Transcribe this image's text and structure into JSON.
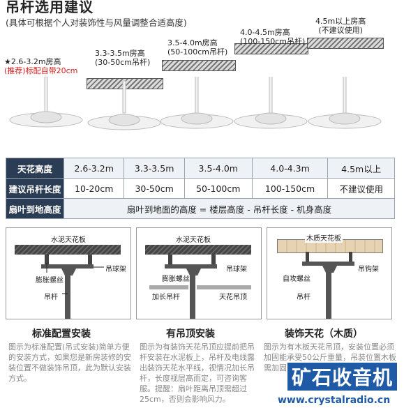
{
  "header": {
    "title": "吊杆选用建议",
    "subtitle": "(具体可根据个人对装饰性与风量调整合适高度)"
  },
  "steps": [
    {
      "star": "★",
      "height": "2.6-3.2m房高",
      "note": "(推荐)标配自带20cm"
    },
    {
      "height": "3.3-3.5m房高",
      "note": "(30-50cm吊杆)"
    },
    {
      "height": "3.5-4.0m房高",
      "note": "(50-100cm吊杆)"
    },
    {
      "height": "4.0-4.5m房高",
      "note": "(100-150cm吊杆)"
    },
    {
      "height": "4.5m以上房高",
      "note": "(不建议使用)"
    }
  ],
  "table": {
    "rows": [
      {
        "header": "天花高度",
        "cells": [
          "2.6-3.2m",
          "3.3-3.5m",
          "3.5-4.0m",
          "4.0-4.3m",
          "4.5m以上"
        ]
      },
      {
        "header": "建议吊杆长度",
        "cells": [
          "10-20cm",
          "30-50cm",
          "50-100cm",
          "100-150cm",
          "不建议使用"
        ]
      },
      {
        "header": "扇叶到地高度",
        "merged": "扇叶到地面的高度 = 楼层高度 - 吊杆长度 - 机身高度"
      }
    ]
  },
  "install": [
    {
      "panel_title": "水泥天花板",
      "labels": [
        "膨胀螺丝",
        "吊球架",
        "吊杆"
      ],
      "heading": "标准配置安装",
      "desc": "图示为标准配置(吊式安装)简单方便的安装方式，如果您是新房装修的安装位置不做装饰吊顶，此为默认安装方式。"
    },
    {
      "panel_title": "水泥天花板",
      "labels": [
        "膨胀螺丝",
        "吊球架",
        "加长吊杆",
        "天花吊顶"
      ],
      "heading": "有吊顶安装",
      "desc": "图示为有装饰天花吊顶应提前把吊杆安装在水泥板上，吊杆及电线露出装饰天花水平线，视情况加长吊杆，长度视层高而定，可咨询客服。提醒：扇叶距离吊顶需超过25cm，否则会影响风力。"
    },
    {
      "panel_title": "木质天花板",
      "labels": [
        "吊钩架",
        "自攻螺丝",
        "吊杆"
      ],
      "heading": "装饰天花（木质）",
      "desc": "图示为有木板天花吊顶，安装位置必须加固能承受50公斤重量，吊装位置木板需加固，建议请专业人员安装，时提醒"
    }
  ],
  "watermark": {
    "brand": "矿石收音机",
    "url": "www.crystalradio.cn"
  }
}
